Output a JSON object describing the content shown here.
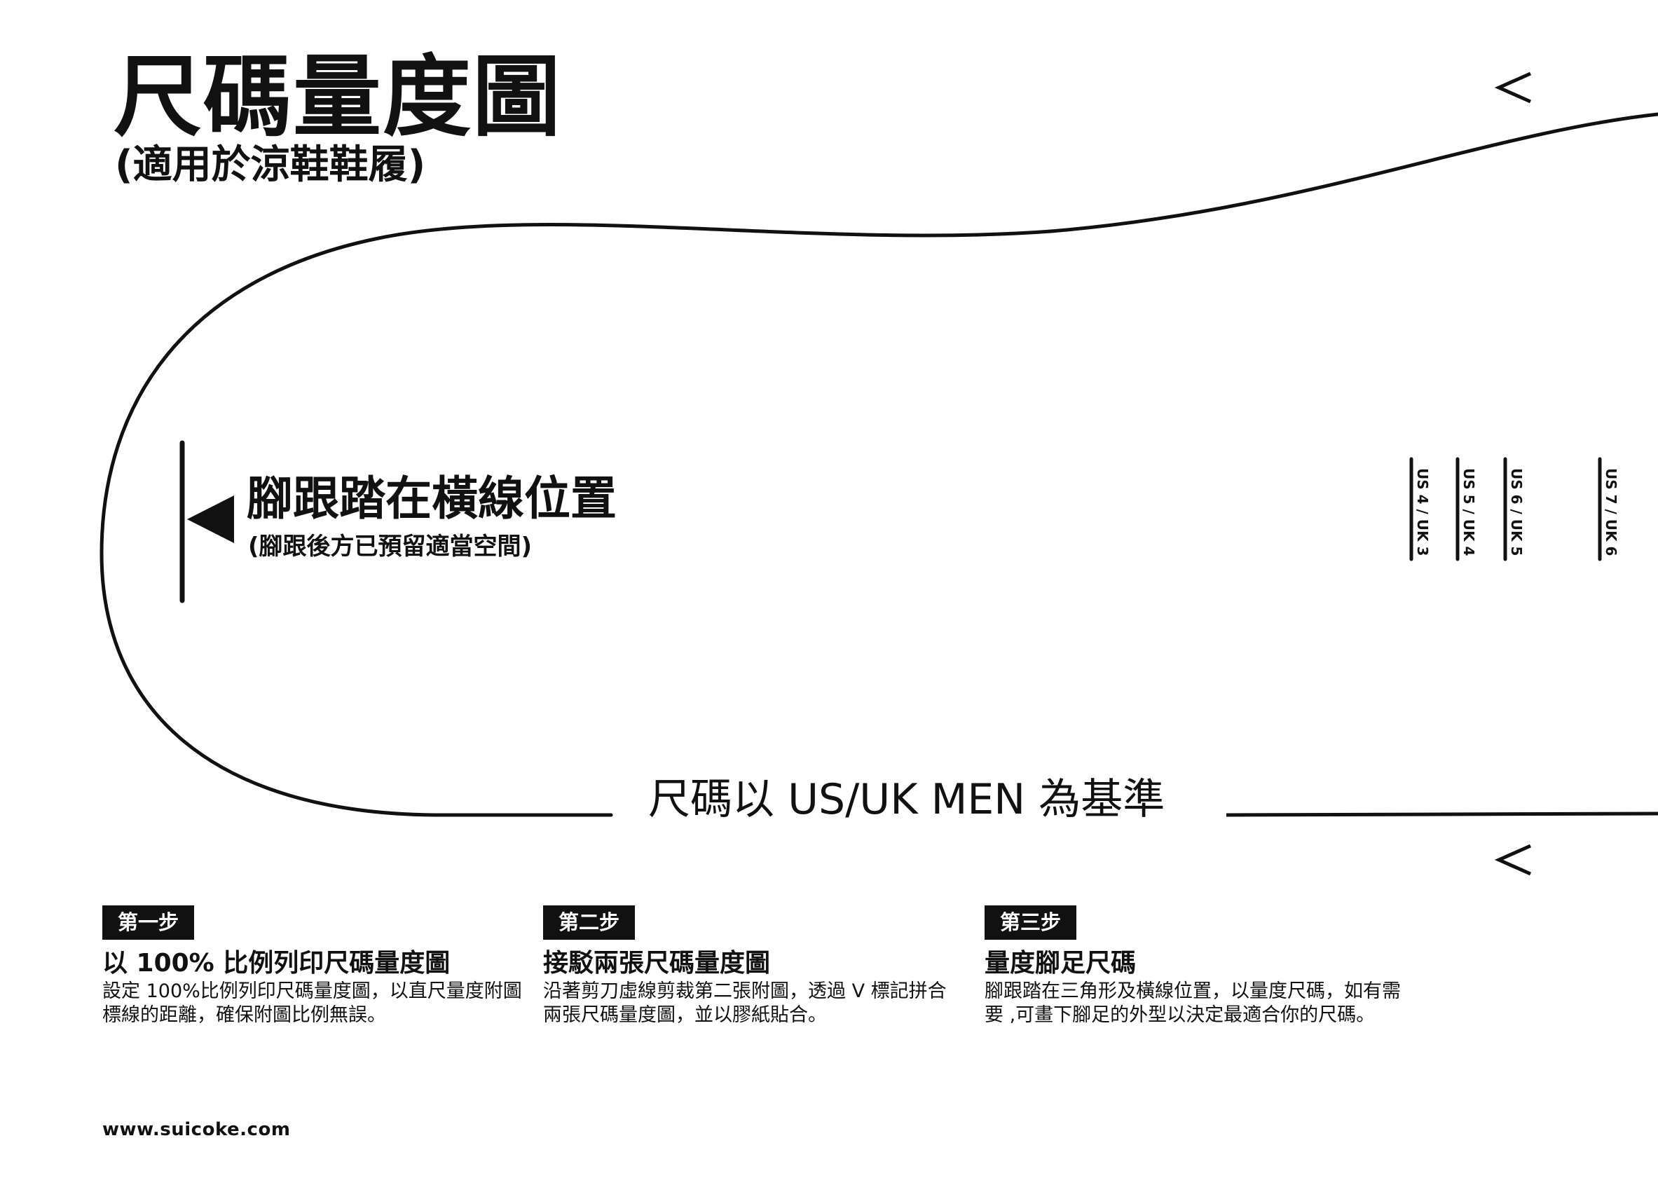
{
  "header": {
    "title": "尺碼量度圖",
    "subtitle": "(適用於涼鞋鞋履)"
  },
  "heel": {
    "instruction": "腳跟踏在橫線位置",
    "note": "(腳跟後方已預留適當空間)"
  },
  "size_marks": [
    "US 4 / UK 3",
    "US 5 / UK 4",
    "US 6 / UK 5",
    "US 7 / UK 6"
  ],
  "v_mark_icon": "v-notch-mark",
  "standard_text": "尺碼以 US/UK MEN 為基準",
  "steps": [
    {
      "badge": "第一步",
      "title": "以 100% 比例列印尺碼量度圖",
      "description": "設定 100%比例列印尺碼量度圖，以直尺量度附圖標線的距離，確保附圖比例無誤。"
    },
    {
      "badge": "第二步",
      "title": "接駁兩張尺碼量度圖",
      "description": "沿著剪刀虛線剪裁第二張附圖，透過 V 標記拼合兩張尺碼量度圖，並以膠紙貼合。"
    },
    {
      "badge": "第三步",
      "title": "量度腳足尺碼",
      "description": "腳跟踏在三角形及橫線位置，以量度尺碼，如有需要 ,可畫下腳足的外型以決定最適合你的尺碼。"
    }
  ],
  "footer": {
    "website": "www.suicoke.com"
  }
}
